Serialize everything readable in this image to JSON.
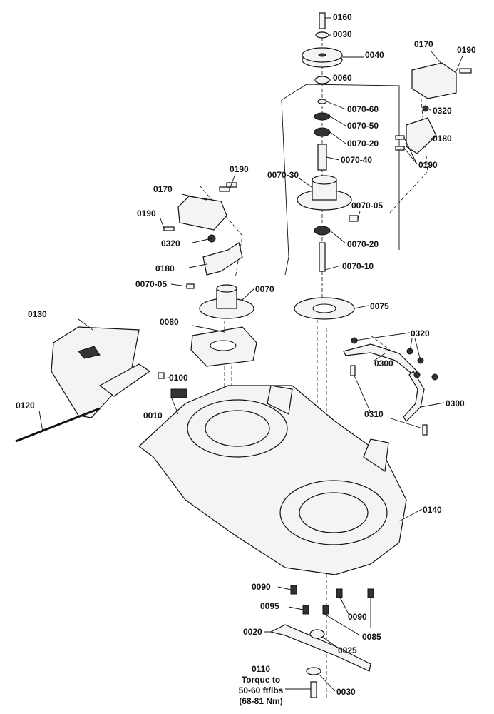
{
  "diagram": {
    "labels": [
      "0160",
      "0030",
      "0040",
      "0060",
      "0170",
      "0190",
      "0070-60",
      "0070-50",
      "0070-20",
      "0070-40",
      "0320",
      "0180",
      "0190",
      "0070-30",
      "0070-05",
      "0070-20",
      "0070-10",
      "0190",
      "0170",
      "0190",
      "0320",
      "0180",
      "0070-05",
      "0070",
      "0075",
      "0080",
      "0130",
      "0320",
      "0300",
      "0100",
      "0310",
      "0300",
      "0120",
      "0010",
      "0140",
      "0090",
      "0095",
      "0090",
      "0085",
      "0020",
      "0025",
      "0030"
    ],
    "torque_note": {
      "part": "0110",
      "line1": "Torque to",
      "line2": "50-60 ft/lbs",
      "line3": "(68-81 Nm)"
    }
  }
}
